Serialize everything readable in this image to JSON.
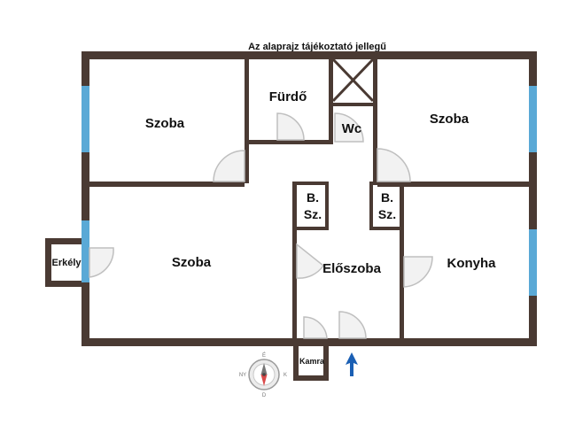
{
  "title": "Az alaprajz tájékoztató jellegű",
  "rooms": {
    "szoba_top_left": "Szoba",
    "furdo": "Fürdő",
    "wc": "Wc",
    "szoba_top_right": "Szoba",
    "bsz_left_line1": "B.",
    "bsz_left_line2": "Sz.",
    "bsz_right_line1": "B.",
    "bsz_right_line2": "Sz.",
    "szoba_large": "Szoba",
    "eloszoba": "Előszoba",
    "konyha": "Konyha",
    "erkely": "Erkély",
    "kamra": "Kamra"
  },
  "compass": {
    "n": "É",
    "s": "D",
    "e": "K",
    "w": "NY"
  },
  "colors": {
    "wall": "#4a3a33",
    "window": "#5aa9d6",
    "door": "#bfbfbf",
    "arrow": "#1a5fb4"
  },
  "icons": {
    "entrance": "entrance-arrow-icon",
    "compass": "compass-icon",
    "shaft": "shaft-cross-icon"
  }
}
